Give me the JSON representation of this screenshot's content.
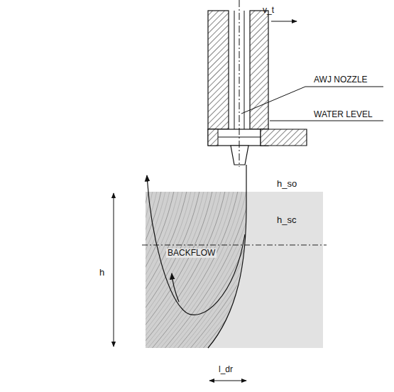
{
  "diagram": {
    "labels": [
      "v_t",
      "AWJ NOZZLE",
      "WATER LEVEL",
      "h_so",
      "h_sc",
      "BACKFLOW",
      "h",
      "l_dr"
    ]
  }
}
